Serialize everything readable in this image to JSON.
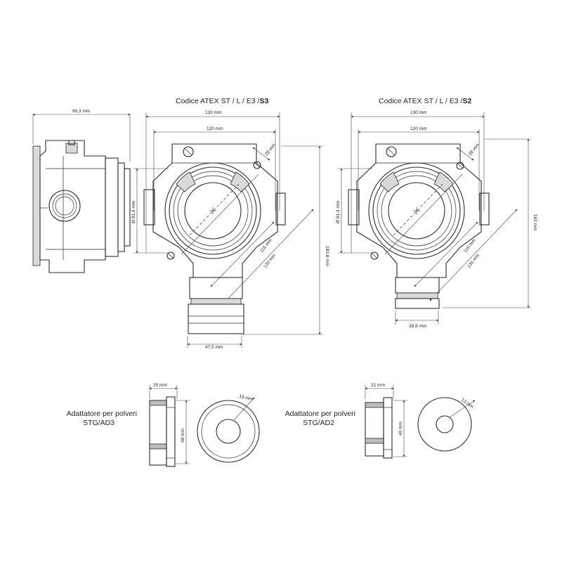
{
  "titles": {
    "s3": {
      "prefix": "Codice ATEX ST / L / E3 /",
      "suffix": "S3"
    },
    "s2": {
      "prefix": "Codice ATEX ST / L / E3 /",
      "suffix": "S2"
    }
  },
  "side_view": {
    "width": "90,3 mm"
  },
  "s3": {
    "overall_width": "130 mm",
    "inner_width": "120 mm",
    "diag_small": "28 mm",
    "diameter": "Ø 81,4 mm",
    "diag_116": "116 mm",
    "diag_130": "130 mm",
    "height": "183,8 mm",
    "bottom_width": "47,5 mm"
  },
  "s2": {
    "overall_width": "130 mm",
    "inner_width": "120 mm",
    "diag_small": "28 mm",
    "diameter": "Ø 81,4 mm",
    "diag_116": "116 mm",
    "diag_130": "130 mm",
    "height": "162 mm",
    "bottom_width": "39,9 mm"
  },
  "adapters": {
    "ad3": {
      "caption_line1": "Adattatore per polveri",
      "caption_line2": "STG/AD3",
      "depth": "20 mm",
      "height": "48 mm",
      "diameter": "19 mm"
    },
    "ad2": {
      "caption_line1": "Adattatore per polveri",
      "caption_line2": "STG/AD2",
      "depth": "21 mm",
      "height": "40 mm",
      "diameter": "13 mm"
    }
  },
  "icons": [
    "crosshair-icon",
    "screw-icon",
    "arrowhead-icon"
  ]
}
